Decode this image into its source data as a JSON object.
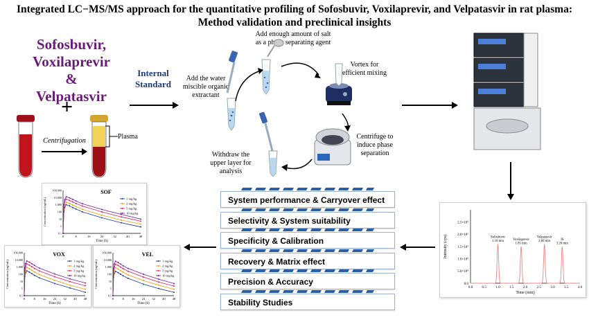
{
  "title": "Integrated LC−MS/MS approach for the quantitative profiling of Sofosbuvir, Voxilaprevir, and Velpatasvir in rat plasma: Method validation and preclinical insights",
  "drugs": [
    "Sofosbuvir,",
    "Voxilaprevir",
    "&",
    "Velpatasvir"
  ],
  "plus": "+",
  "labels": {
    "centrifugation": "Centrifugation",
    "plasma": "Plasma",
    "internal_standard": "Internal Standard",
    "add_extractant": "Add the water miscible organic extractant",
    "add_salt": "Add enough amount of salt as a phase separating agent",
    "vortex": "Vortex for efficient mixing",
    "centrifuge": "Centrifuge to induce phase separation",
    "withdraw": "Withdraw the upper layer for analysis"
  },
  "validation_steps": [
    "System performance & Carryover effect",
    "Selectivity & System suitability",
    "Specificity & Calibration",
    "Recovery & Matrix effect",
    "Precision & Accuracy",
    "Stability Studies"
  ],
  "colors": {
    "drug_text": "#6a1b7a",
    "internal_standard": "#1f3a7a",
    "blood": "#c0141c",
    "plasma": "#f2d35a",
    "chromatogram": "#e88585",
    "step_stripe": "#2b5ea8"
  },
  "chart_data": [
    {
      "type": "line",
      "title": "SOF",
      "xlabel": "Time (h)",
      "ylabel": "Concentration (ng/mL)",
      "log_y": true,
      "ylim": [
        0.1,
        100000
      ],
      "xlim": [
        0,
        48
      ],
      "x_ticks": [
        "0",
        "8",
        "16",
        "24",
        "32",
        "40",
        "48"
      ],
      "y_ticks": [
        "0.1",
        "1",
        "10",
        "100",
        "1,000",
        "10,000",
        "100,000"
      ],
      "x": [
        0,
        0.5,
        1,
        2,
        4,
        6,
        8,
        12,
        24,
        36,
        48
      ],
      "series": [
        {
          "name": "1 mg/kg",
          "color": "#1f3a93",
          "values": [
            0.1,
            100,
            400,
            1000,
            700,
            400,
            250,
            100,
            15,
            3,
            0.8
          ]
        },
        {
          "name": "2 mg/kg",
          "color": "#e8a000",
          "values": [
            0.1,
            200,
            900,
            2200,
            1500,
            900,
            550,
            230,
            35,
            7,
            2
          ]
        },
        {
          "name": "5 mg/kg",
          "color": "#d81b60",
          "values": [
            0.1,
            500,
            2500,
            6000,
            4000,
            2500,
            1500,
            650,
            100,
            20,
            5
          ]
        },
        {
          "name": "10 mg/kg",
          "color": "#7b1fa2",
          "values": [
            0.1,
            1000,
            5000,
            13000,
            9000,
            5500,
            3300,
            1400,
            220,
            45,
            10
          ]
        }
      ]
    },
    {
      "type": "line",
      "title": "VOX",
      "xlabel": "Time (h)",
      "ylabel": "Concentration (ng/mL)",
      "log_y": true,
      "ylim": [
        0.1,
        100000
      ],
      "xlim": [
        0,
        48
      ],
      "x_ticks": [
        "0",
        "8",
        "16",
        "24",
        "32",
        "40",
        "48"
      ],
      "y_ticks": [
        "0.1",
        "1",
        "10",
        "100",
        "1,000",
        "10,000",
        "100,000"
      ],
      "x": [
        0,
        0.5,
        1,
        2,
        4,
        6,
        8,
        12,
        24,
        36,
        48
      ],
      "series": [
        {
          "name": "1 mg/kg",
          "color": "#1f3a93",
          "values": [
            0.1,
            50,
            150,
            300,
            200,
            120,
            70,
            30,
            5,
            1.2,
            0.3
          ]
        },
        {
          "name": "2 mg/kg",
          "color": "#e8a000",
          "values": [
            0.1,
            120,
            400,
            900,
            600,
            350,
            210,
            90,
            14,
            3,
            0.8
          ]
        },
        {
          "name": "5 mg/kg",
          "color": "#d81b60",
          "values": [
            0.1,
            300,
            1200,
            2800,
            1900,
            1100,
            650,
            280,
            45,
            9,
            2.5
          ]
        },
        {
          "name": "10 mg/kg",
          "color": "#7b1fa2",
          "values": [
            0.1,
            700,
            3000,
            7000,
            4800,
            2800,
            1700,
            700,
            110,
            22,
            6
          ]
        }
      ]
    },
    {
      "type": "line",
      "title": "VEL",
      "xlabel": "Time (h)",
      "ylabel": "Concentration (ng/mL)",
      "log_y": true,
      "ylim": [
        0.1,
        100000
      ],
      "xlim": [
        0,
        48
      ],
      "x_ticks": [
        "0",
        "8",
        "16",
        "24",
        "32",
        "40",
        "48"
      ],
      "y_ticks": [
        "0.1",
        "1",
        "10",
        "100",
        "1,000",
        "10,000",
        "100,000"
      ],
      "x": [
        0,
        0.5,
        1,
        2,
        4,
        6,
        8,
        12,
        24,
        36,
        48
      ],
      "series": [
        {
          "name": "1 mg/kg",
          "color": "#1f3a93",
          "values": [
            0.1,
            40,
            120,
            250,
            170,
            100,
            60,
            26,
            4,
            1,
            0.3
          ]
        },
        {
          "name": "2 mg/kg",
          "color": "#e8a000",
          "values": [
            0.1,
            100,
            350,
            800,
            540,
            320,
            190,
            80,
            13,
            3,
            0.8
          ]
        },
        {
          "name": "5 mg/kg",
          "color": "#d81b60",
          "values": [
            0.1,
            280,
            1000,
            2500,
            1700,
            1000,
            600,
            260,
            40,
            8,
            2.2
          ]
        },
        {
          "name": "10 mg/kg",
          "color": "#7b1fa2",
          "values": [
            0.1,
            600,
            2600,
            6500,
            4400,
            2600,
            1500,
            650,
            100,
            20,
            5
          ]
        }
      ]
    },
    {
      "type": "line",
      "title": "",
      "xlabel": "Time (min)",
      "ylabel": "Intensity (cps)",
      "xlim": [
        0,
        4
      ],
      "ylim": [
        0,
        300000
      ],
      "x_ticks": [
        "0.0",
        "0.5",
        "1.0",
        "1.5",
        "2.0",
        "2.5",
        "3.0",
        "3.5",
        "4.0"
      ],
      "y_ticks": [
        "0.0",
        "5.0×10⁴",
        "1.0×10⁵",
        "1.5×10⁵",
        "2.0×10⁵",
        "2.5×10⁵"
      ],
      "peaks": [
        {
          "name": "Sofosbuvir",
          "rt_label": "1.10 min",
          "rt": 1.0,
          "height": 160000
        },
        {
          "name": "Voxilaprevir",
          "rt_label": "1.85 min",
          "rt": 1.85,
          "height": 150000
        },
        {
          "name": "Velpatasvir",
          "rt_label": "2.60 min",
          "rt": 2.7,
          "height": 160000
        },
        {
          "name": "IS",
          "rt_label": "3.20 min",
          "rt": 3.35,
          "height": 150000
        }
      ]
    }
  ]
}
